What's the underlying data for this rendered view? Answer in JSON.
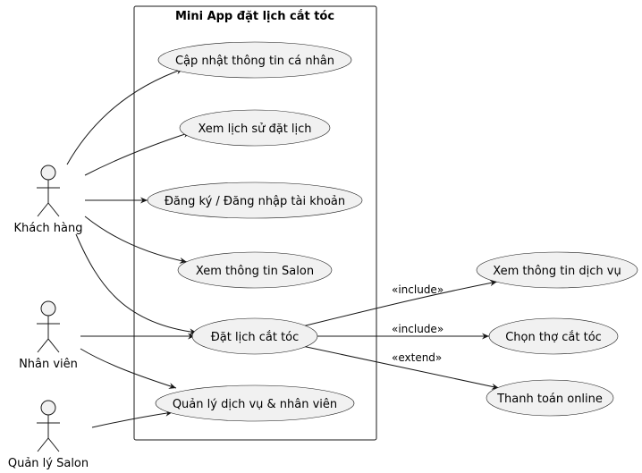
{
  "diagram": {
    "system_title": "Mini App đặt lịch cắt tóc",
    "actors": {
      "customer": "Khách hàng",
      "staff": "Nhân viên",
      "manager": "Quản lý Salon"
    },
    "use_cases": {
      "update_profile": "Cập nhật thông tin cá nhân",
      "booking_history": "Xem lịch sử đặt lịch",
      "register_login": "Đăng ký / Đăng nhập tài khoản",
      "view_salon": "Xem thông tin Salon",
      "book": "Đặt lịch cắt tóc",
      "manage": "Quản lý dịch vụ & nhân viên",
      "view_service": "Xem thông tin dịch vụ",
      "choose_barber": "Chọn thợ cắt tóc",
      "pay_online": "Thanh toán online"
    },
    "relations": {
      "include_1": "«include»",
      "include_2": "«include»",
      "extend": "«extend»"
    }
  }
}
